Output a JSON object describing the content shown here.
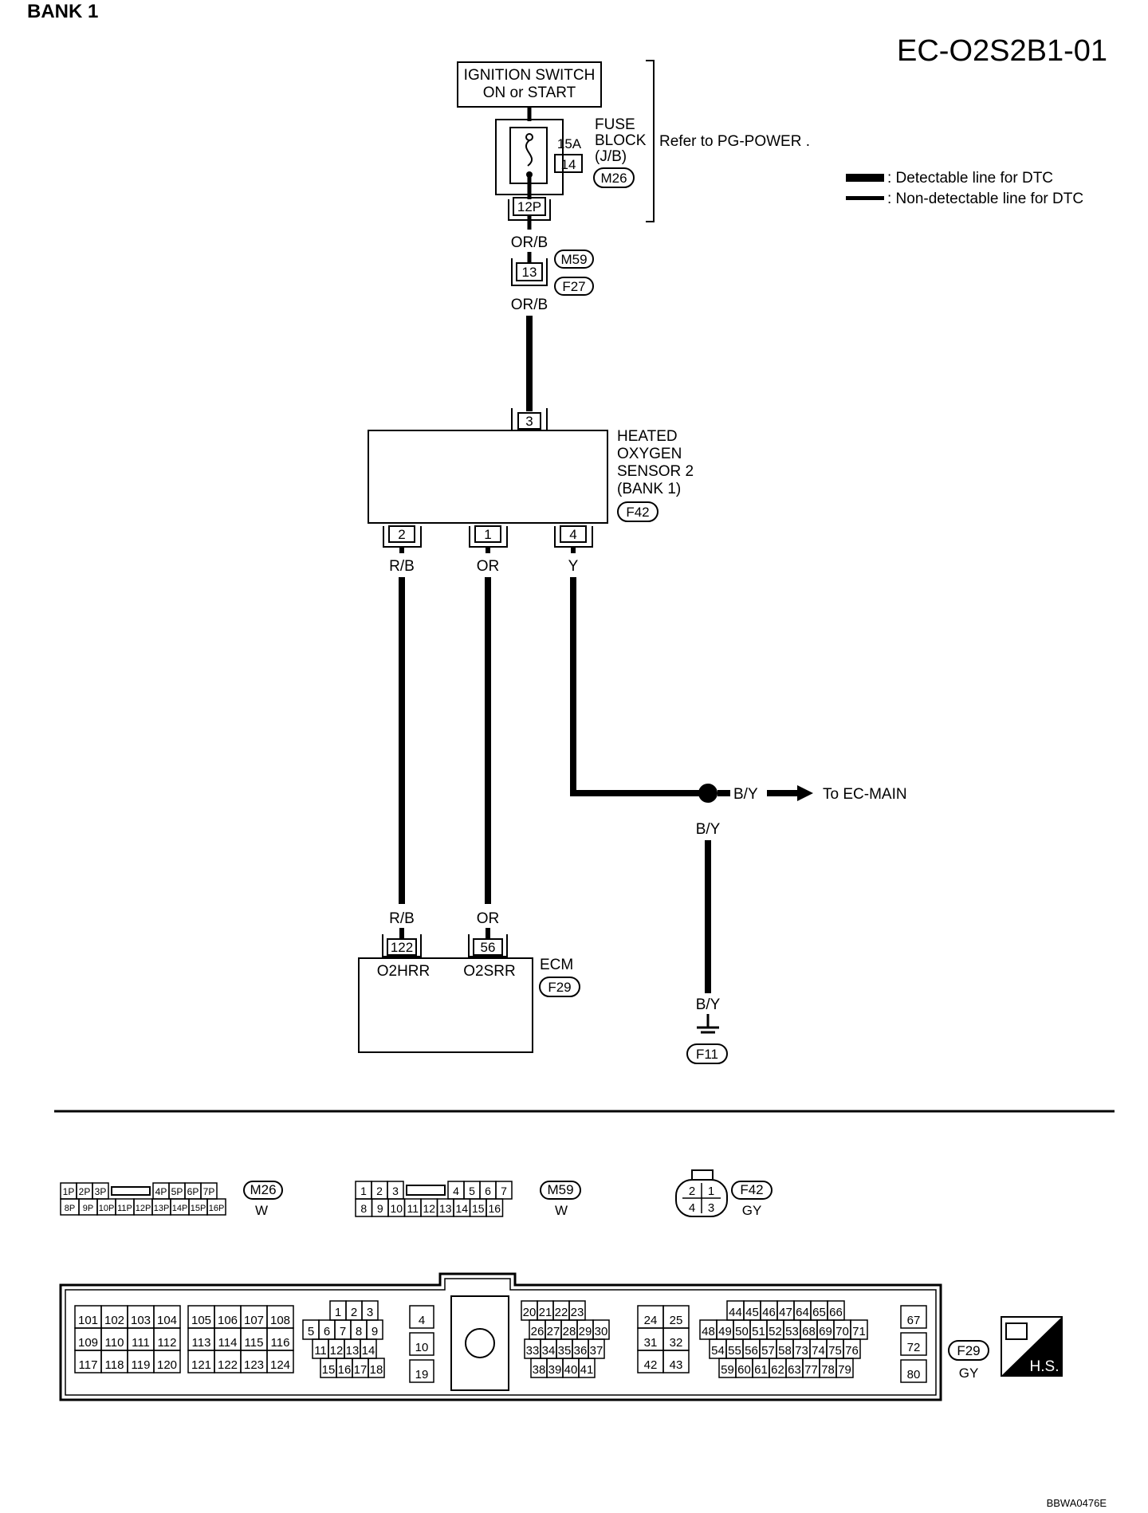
{
  "page": {
    "bank_title": "BANK 1",
    "diagram_code": "EC-O2S2B1-01",
    "figure_ref": "BBWA0476E"
  },
  "legend": {
    "detectable": ": Detectable line for DTC",
    "non_detectable": ": Non-detectable line for DTC"
  },
  "ignition": {
    "line1": "IGNITION SWITCH",
    "line2": "ON or START"
  },
  "fuse": {
    "amp": "15A",
    "number": "14",
    "label1": "FUSE",
    "label2": "BLOCK",
    "label3": "(J/B)",
    "connector": "M26",
    "pin": "12P",
    "refer": "Refer to  PG-POWER ."
  },
  "joint": {
    "connector_top": "M59",
    "connector_bottom": "F27",
    "pin": "13"
  },
  "wires": {
    "orb_top": "OR/B",
    "orb_bottom": "OR/B",
    "rb_top": "R/B",
    "or_top": "OR",
    "y": "Y",
    "rb_bottom": "R/B",
    "or_bottom": "OR",
    "by_branch": "B/Y",
    "by_down": "B/Y",
    "by_ground": "B/Y",
    "to_main": "To EC-MAIN"
  },
  "sensor": {
    "line1": "HEATED",
    "line2": "OXYGEN",
    "line3": "SENSOR  2",
    "line4": "(BANK 1)",
    "connector": "F42",
    "pin_top": "3",
    "pin_a": "2",
    "pin_b": "1",
    "pin_c": "4"
  },
  "ecm": {
    "label": "ECM",
    "connector": "F29",
    "pin_a": "122",
    "pin_b": "56",
    "term_a": "O2HRR",
    "term_b": "O2SRR"
  },
  "ground": {
    "connector": "F11"
  },
  "connectors": {
    "m26": {
      "id": "M26",
      "color": "W",
      "row1": [
        "1P",
        "2P",
        "3P",
        "",
        "4P",
        "5P",
        "6P",
        "7P"
      ],
      "row2": [
        "8P",
        "9P",
        "10P",
        "11P",
        "12P",
        "13P",
        "14P",
        "15P",
        "16P"
      ]
    },
    "m59": {
      "id": "M59",
      "color": "W",
      "row1": [
        "1",
        "2",
        "3",
        "",
        "4",
        "5",
        "6",
        "7"
      ],
      "row2": [
        "8",
        "9",
        "10",
        "11",
        "12",
        "13",
        "14",
        "15",
        "16"
      ]
    },
    "f42": {
      "id": "F42",
      "color": "GY",
      "pins": [
        "2",
        "1",
        "4",
        "3"
      ]
    },
    "f29": {
      "id": "F29",
      "color": "GY",
      "hs": "H.S.",
      "g1": [
        [
          "101",
          "102",
          "103",
          "104"
        ],
        [
          "109",
          "110",
          "111",
          "112"
        ],
        [
          "117",
          "118",
          "119",
          "120"
        ]
      ],
      "g2": [
        [
          "105",
          "106",
          "107",
          "108"
        ],
        [
          "113",
          "114",
          "115",
          "116"
        ],
        [
          "121",
          "122",
          "123",
          "124"
        ]
      ],
      "g3": [
        [
          "1",
          "2",
          "3"
        ],
        [
          "5",
          "6",
          "7",
          "8",
          "9"
        ],
        [
          "11",
          "12",
          "13",
          "14"
        ],
        [
          "15",
          "16",
          "17",
          "18"
        ]
      ],
      "g4": [
        "4",
        "10",
        "19"
      ],
      "g5": [
        [
          "20",
          "21",
          "22",
          "23"
        ],
        [
          "26",
          "27",
          "28",
          "29",
          "30"
        ],
        [
          "33",
          "34",
          "35",
          "36",
          "37"
        ],
        [
          "38",
          "39",
          "40",
          "41"
        ]
      ],
      "g6": [
        [
          "24",
          "25"
        ],
        [
          "31",
          "32"
        ],
        [
          "42",
          "43"
        ]
      ],
      "g7": [
        [
          "44",
          "45",
          "46",
          "47",
          "64",
          "65",
          "66"
        ],
        [
          "48",
          "49",
          "50",
          "51",
          "52",
          "53",
          "68",
          "69",
          "70",
          "71"
        ],
        [
          "54",
          "55",
          "56",
          "57",
          "58",
          "73",
          "74",
          "75",
          "76"
        ],
        [
          "59",
          "60",
          "61",
          "62",
          "63",
          "77",
          "78",
          "79"
        ]
      ],
      "g8": [
        "67",
        "72",
        "80"
      ]
    }
  }
}
